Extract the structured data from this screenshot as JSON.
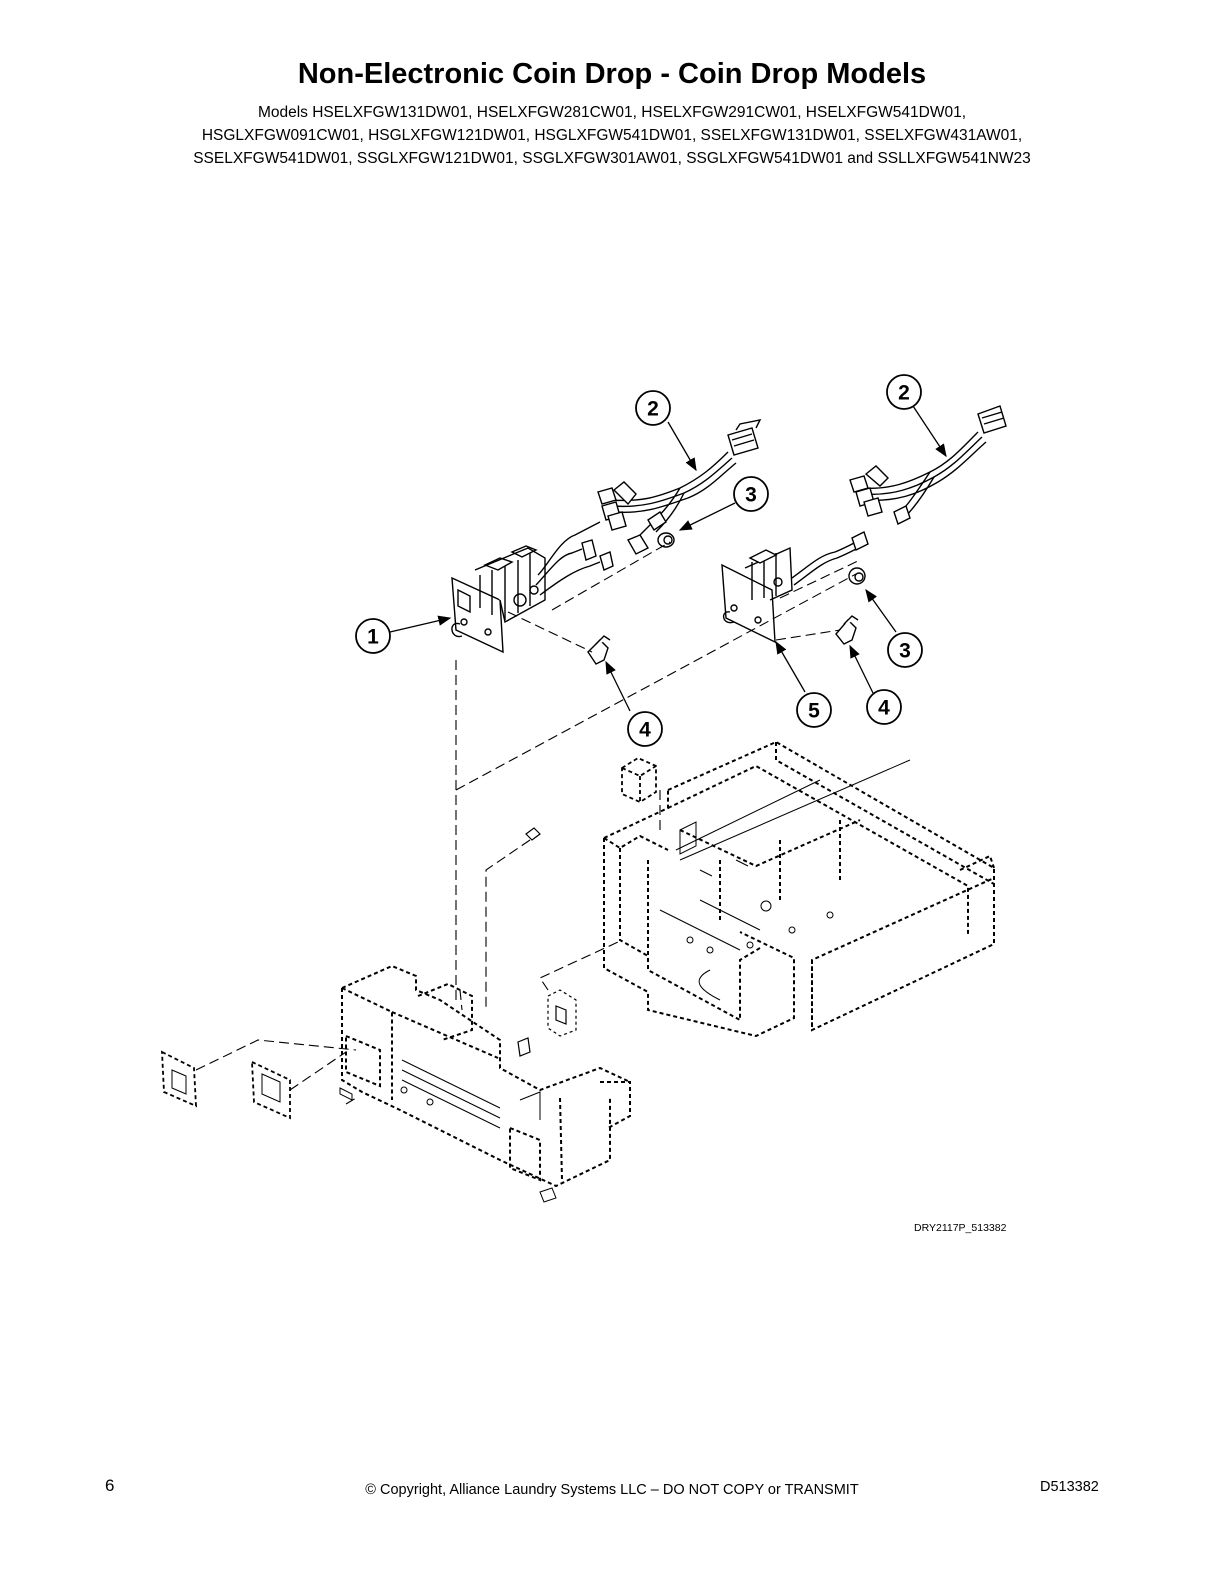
{
  "page": {
    "title": "Non-Electronic Coin Drop - Coin Drop Models",
    "models_lines": [
      "Models HSELXFGW131DW01, HSELXFGW281CW01, HSELXFGW291CW01, HSELXFGW541DW01,",
      "HSGLXFGW091CW01, HSGLXFGW121DW01, HSGLXFGW541DW01, SSELXFGW131DW01, SSELXFGW431AW01,",
      "SSELXFGW541DW01, SSGLXFGW121DW01, SSGLXFGW301AW01, SSGLXFGW541DW01 and SSLLXFGW541NW23"
    ],
    "drawing_id": "DRY2117P_513382",
    "page_number": "6",
    "copyright": "© Copyright, Alliance Laundry Systems LLC – DO NOT COPY or TRANSMIT",
    "doc_number": "D513382"
  },
  "diagram": {
    "callouts": [
      {
        "id": "c1",
        "label": "1"
      },
      {
        "id": "c2a",
        "label": "2"
      },
      {
        "id": "c2b",
        "label": "2"
      },
      {
        "id": "c3a",
        "label": "3"
      },
      {
        "id": "c3b",
        "label": "3"
      },
      {
        "id": "c4a",
        "label": "4"
      },
      {
        "id": "c4b",
        "label": "4"
      },
      {
        "id": "c5",
        "label": "5"
      }
    ],
    "line_color": "#000000"
  }
}
